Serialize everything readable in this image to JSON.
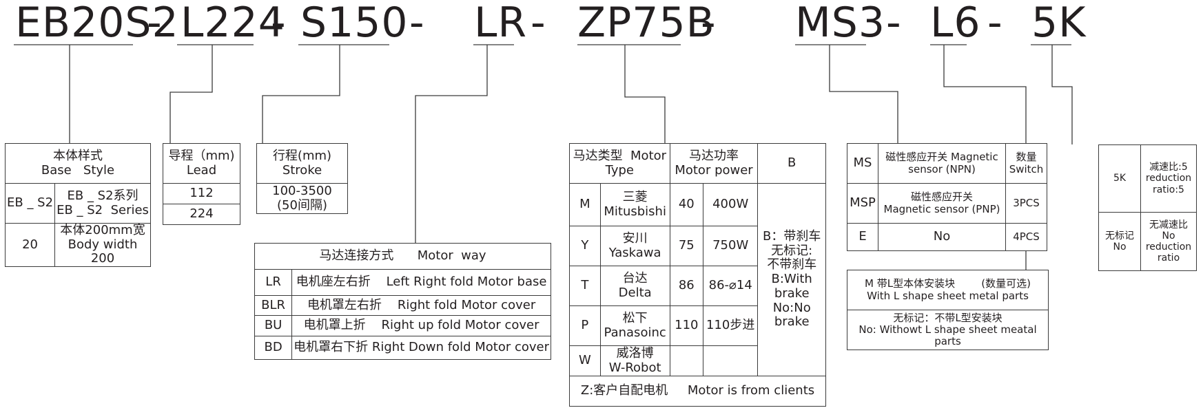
{
  "model_code": {
    "segments": [
      "EB20S2",
      "L224",
      "S150",
      "LR",
      "ZP75B",
      "MS3",
      "L6",
      "5K"
    ],
    "separator": "-"
  },
  "base_style": {
    "header_cn": "本体样式",
    "header_en": "Base   Style",
    "rows": [
      {
        "code": "EB _ S2",
        "desc_cn": "EB _ S2系列",
        "desc_en": "EB _ S2  Series"
      },
      {
        "code": "20",
        "desc_cn": "本体200mm宽",
        "desc_en": "Body width 200"
      }
    ]
  },
  "lead": {
    "header_cn": "导程（mm)",
    "header_en": "Lead",
    "values": [
      "112",
      "224"
    ]
  },
  "stroke": {
    "header_cn": "行程(mm)",
    "header_en": "Stroke",
    "range": "100-3500",
    "interval": "(50间隔)"
  },
  "motor_way": {
    "header": "马达连接方式      Motor  way",
    "rows": [
      {
        "code": "LR",
        "desc": "电机座左右折    Left Right fold Motor base"
      },
      {
        "code": "BLR",
        "desc": "电机罩左右折    Right fold Motor cover"
      },
      {
        "code": "BU",
        "desc": "电机罩上折    Right up fold Motor cover"
      },
      {
        "code": "BD",
        "desc": "电机罩右下折 Right Down fold Motor cover"
      }
    ]
  },
  "motor": {
    "type_header_cn": "马达类型  Motor",
    "type_header_en": "Type",
    "power_header_cn": "马达功率",
    "power_header_en": "Motor power",
    "brake_header": "B",
    "rows": [
      {
        "code": "M",
        "brand_cn": "三菱",
        "brand_en": "Mitusbishi",
        "size": "40",
        "power": "400W"
      },
      {
        "code": "Y",
        "brand_cn": "安川",
        "brand_en": "Yaskawa",
        "size": "75",
        "power": "750W"
      },
      {
        "code": "T",
        "brand_cn": "台达",
        "brand_en": "Delta",
        "size": "86",
        "power": "86-⌀14"
      },
      {
        "code": "P",
        "brand_cn": "松下",
        "brand_en": "Panasoinc",
        "size": "110",
        "power": "110步进"
      },
      {
        "code": "W",
        "brand_cn": "威洛博",
        "brand_en": "W-Robot",
        "size": "",
        "power": ""
      }
    ],
    "brake_lines": [
      "B：带刹车",
      "无标记:",
      "不带刹车",
      "B:With",
      "brake",
      "No:No",
      "brake"
    ],
    "footer": "Z:客户自配电机     Motor is from clients"
  },
  "sensor": {
    "rows": [
      {
        "code": "MS",
        "desc_cn": "磁性感应开关 Magnetic",
        "desc_en": "sensor (NPN)",
        "qty_cn": "数量",
        "qty_en": "Switch"
      },
      {
        "code": "MSP",
        "desc_cn": "磁性感应开关",
        "desc_en": "Magnetic sensor (PNP)",
        "qty_cn": "",
        "qty_en": "3PCS"
      },
      {
        "code": "E",
        "desc_cn": "No",
        "desc_en": "",
        "qty_cn": "",
        "qty_en": "4PCS"
      }
    ]
  },
  "mount_block": {
    "row1_cn": "M 带L型本体安装块        (数量可选)",
    "row1_en": "With L shape sheet metal parts",
    "row2_cn": "无标记：不带L型安装块",
    "row2_en": "No: Withowt L shape sheet meatal parts"
  },
  "reduction": {
    "rows": [
      {
        "code": "5K",
        "desc": [
          "减速比:5",
          "reduction",
          "ratio:5"
        ]
      },
      {
        "code_lines": [
          "无标记",
          "No"
        ],
        "desc": [
          "无减速比",
          "No",
          "reduction",
          "ratio"
        ]
      }
    ]
  }
}
